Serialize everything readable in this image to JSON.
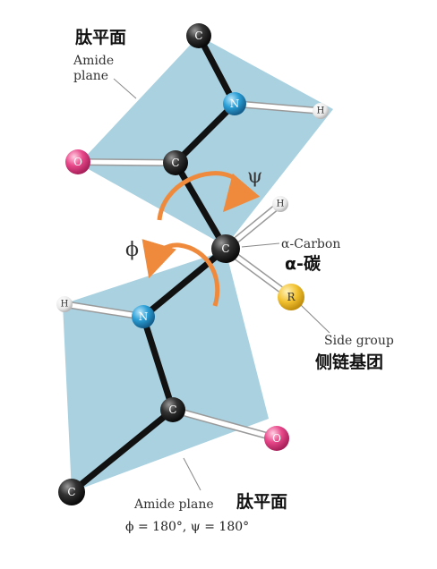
{
  "labels": {
    "cn_plane_top": "肽平面",
    "en_plane_top_line1": "Amide",
    "en_plane_top_line2": "plane",
    "alpha_carbon_en": "α-Carbon",
    "alpha_carbon_cn": "α-碳",
    "side_group_en": "Side group",
    "side_group_cn": "侧链基团",
    "en_plane_bottom": "Amide plane",
    "cn_plane_bottom": "肽平面",
    "angles": "ϕ = 180°, ψ = 180°",
    "psi_symbol": "ψ",
    "phi_symbol": "ϕ"
  },
  "atoms": {
    "c_top": "C",
    "n_top": "N",
    "h_top": "H",
    "o_top": "O",
    "c_carbonyl_top": "C",
    "h_alpha": "H",
    "c_alpha": "C",
    "r_group": "R",
    "h_bottom": "H",
    "n_bottom": "N",
    "c_carbonyl_bottom": "C",
    "o_bottom": "O",
    "c_bottom": "C"
  },
  "colors": {
    "plane_fill": "#a9d1e0",
    "carbon": "#222222",
    "nitrogen": "#2b9fd6",
    "oxygen": "#e8488a",
    "hydrogen": "#f2f2f2",
    "r_group": "#f2c230",
    "rotation_arrow": "#ef8a3c"
  }
}
